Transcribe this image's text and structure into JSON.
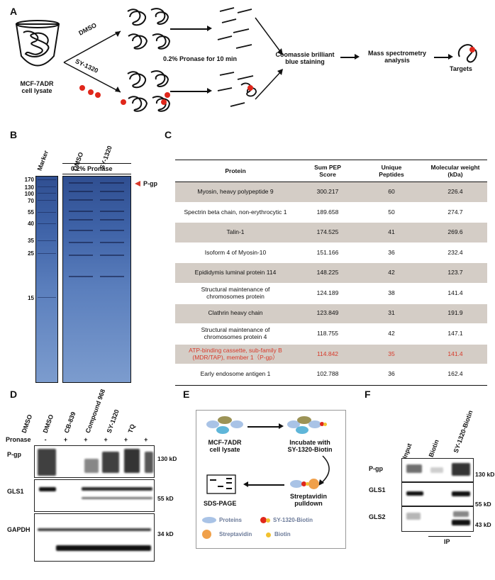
{
  "panels": {
    "A": "A",
    "B": "B",
    "C": "C",
    "D": "D",
    "E": "E",
    "F": "F"
  },
  "panelA": {
    "lysate_label_1": "MCF-7ADR",
    "lysate_label_2": "cell  lysate",
    "dmso": "DMSO",
    "compound": "SY-1320",
    "pronase": "0.2% Pronase for 10 min",
    "stain_1": "Coomassie  brilliant",
    "stain_2": "blue staining",
    "ms_1": "Mass spectrometry",
    "ms_2": "analysis",
    "targets": "Targets"
  },
  "panelB": {
    "marker": "Marker",
    "dmso": "DMSO",
    "compound": "SY-1320",
    "pronase": "0.2% Pronase",
    "pgp": "P-gp",
    "mw_ladder": [
      "170",
      "130",
      "100",
      "70",
      "55",
      "40",
      "35",
      "25",
      "15"
    ]
  },
  "panelC": {
    "headers": [
      "Protein",
      "Sum PEP Score",
      "Unique Peptides",
      "Molecular weight (kDa)"
    ],
    "rows": [
      {
        "protein": "Myosin, heavy polypeptide 9",
        "score": "300.217",
        "peptides": "60",
        "mw": "226.4"
      },
      {
        "protein": "Spectrin beta chain, non-erythrocytic 1",
        "score": "189.658",
        "peptides": "50",
        "mw": "274.7"
      },
      {
        "protein": "Talin-1",
        "score": "174.525",
        "peptides": "41",
        "mw": "269.6"
      },
      {
        "protein": "Isoform 4 of Myosin-10",
        "score": "151.166",
        "peptides": "36",
        "mw": "232.4"
      },
      {
        "protein": "Epididymis luminal protein 114",
        "score": "148.225",
        "peptides": "42",
        "mw": "123.7"
      },
      {
        "protein": "Structural maintenance of chromosomes protein",
        "score": "124.189",
        "peptides": "38",
        "mw": "141.4"
      },
      {
        "protein": "Clathrin heavy chain",
        "score": "123.849",
        "peptides": "31",
        "mw": "191.9"
      },
      {
        "protein": "Structural maintenance of chromosomes protein 4",
        "score": "118.755",
        "peptides": "42",
        "mw": "147.1"
      },
      {
        "protein": "ATP-binding cassette, sub-family B (MDR/TAP), member 1（P-gp）",
        "score": "114.842",
        "peptides": "35",
        "mw": "141.4"
      },
      {
        "protein": "Early endosome antigen 1",
        "score": "102.788",
        "peptides": "36",
        "mw": "162.4"
      }
    ]
  },
  "panelD": {
    "lanes": [
      "DMSO",
      "DMSO",
      "CB-839",
      "Compound 968",
      "SY-1320",
      "TQ"
    ],
    "pronase_label": "Pronase",
    "pronase_signs": [
      "-",
      "+",
      "+",
      "+",
      "+",
      "+"
    ],
    "blots": [
      "P-gp",
      "GLS1",
      "GAPDH"
    ],
    "mw": [
      "130 kD",
      "55 kD",
      "34 kD"
    ]
  },
  "panelE": {
    "lysate_1": "MCF-7ADR",
    "lysate_2": "cell  lysate",
    "incubate_1": "Incubate with",
    "incubate_2": "SY-1320-Biotin",
    "pulldown_1": "Streptavidin",
    "pulldown_2": "pulldown",
    "sds": "SDS-PAGE",
    "legend_proteins": "Proteins",
    "legend_sybiotin": "SY-1320-Biotin",
    "legend_strep": "Streptavidin",
    "legend_biotin": "Biotin"
  },
  "panelF": {
    "lanes": [
      "Input",
      "Biotin",
      "SY-1320-Biotin"
    ],
    "blots": [
      "P-gp",
      "GLS1",
      "GLS2"
    ],
    "mw": [
      "130 kD",
      "55 kD",
      "43 kD"
    ],
    "ip": "IP"
  },
  "colors": {
    "red": "#d83a2a",
    "gel": "#3e62a7",
    "shade": "#d4cdc6",
    "protein": "#a9c3e6",
    "strep": "#f0a04a",
    "biotin": "#f2c12e",
    "olive": "#9c9356",
    "teal": "#5fb6d9"
  }
}
